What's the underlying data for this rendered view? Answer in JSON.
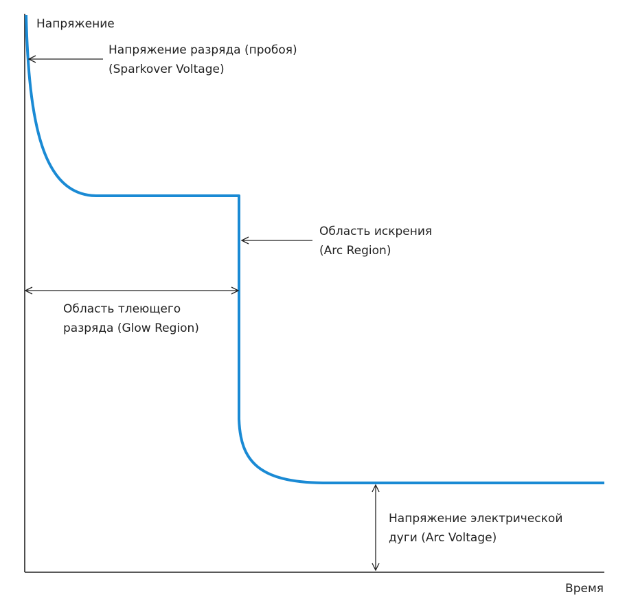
{
  "diagram": {
    "y_axis_label": "Напряжение",
    "x_axis_label": "Время",
    "sparkover": {
      "line1": "Напряжение разряда (пробоя)",
      "line2": "(Sparkover Voltage)"
    },
    "arc_region": {
      "line1": "Область искрения",
      "line2": "(Arc Region)"
    },
    "glow_region": {
      "line1": "Область тлеющего",
      "line2": "разряда (Glow Region)"
    },
    "arc_voltage": {
      "line1": "Напряжение электрической",
      "line2": "дуги (Arc Voltage)"
    },
    "colors": {
      "curve": "#1a8ad4",
      "axes": "#222222"
    }
  }
}
